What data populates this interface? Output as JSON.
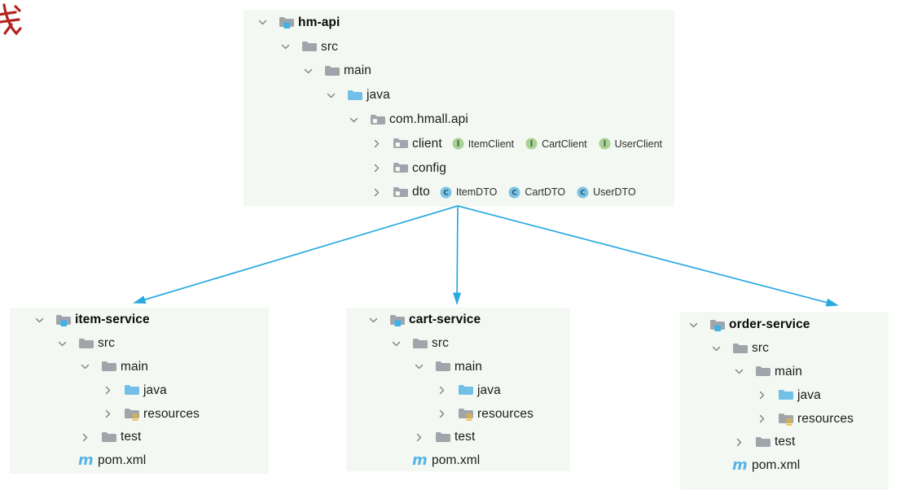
{
  "red_annotation": {
    "text": "戋"
  },
  "colors": {
    "arrow": "#29a9e1",
    "chevron": "#7d8288",
    "folder_gray": "#9fa5ab",
    "source_blue": "#72bfe8",
    "module_blue": "#3cb3e6",
    "resources_yellow": "#e8b43a",
    "maven_blue": "#55b5e4",
    "interface_green": "#a9d295",
    "interface_letter": "#415b41",
    "class_blue": "#7cc3e4",
    "class_letter": "#27587a",
    "block_bg": "#f4f8f2",
    "text": "#1c1c1c",
    "red_mark": "#b3231f"
  },
  "hm_api_tree": {
    "rows": [
      {
        "depth": 0,
        "chevron": "down",
        "icon": "module-folder-icon",
        "label": "hm-api",
        "bold": true
      },
      {
        "depth": 1,
        "chevron": "down",
        "icon": "folder-icon",
        "label": "src"
      },
      {
        "depth": 2,
        "chevron": "down",
        "icon": "folder-icon",
        "label": "main"
      },
      {
        "depth": 3,
        "chevron": "down",
        "icon": "source-folder-icon",
        "label": "java"
      },
      {
        "depth": 4,
        "chevron": "down",
        "icon": "package-folder-icon",
        "label": "com.hmall.api"
      },
      {
        "depth": 5,
        "chevron": "right",
        "icon": "package-folder-icon",
        "label": "client",
        "badges": [
          {
            "type": "interface",
            "label": "ItemClient"
          },
          {
            "type": "interface",
            "label": "CartClient"
          },
          {
            "type": "interface",
            "label": "UserClient"
          }
        ]
      },
      {
        "depth": 5,
        "chevron": "right",
        "icon": "package-folder-icon",
        "label": "config"
      },
      {
        "depth": 5,
        "chevron": "right",
        "icon": "package-folder-icon",
        "label": "dto",
        "badges": [
          {
            "type": "class",
            "label": "ItemDTO"
          },
          {
            "type": "class",
            "label": "CartDTO"
          },
          {
            "type": "class",
            "label": "UserDTO"
          }
        ]
      }
    ]
  },
  "service_trees": [
    {
      "id": "item-service",
      "rows": [
        {
          "depth": 0,
          "chevron": "down",
          "icon": "module-folder-icon",
          "label": "item-service",
          "bold": true
        },
        {
          "depth": 1,
          "chevron": "down",
          "icon": "folder-icon",
          "label": "src"
        },
        {
          "depth": 2,
          "chevron": "down",
          "icon": "folder-icon",
          "label": "main"
        },
        {
          "depth": 3,
          "chevron": "right",
          "icon": "source-folder-icon",
          "label": "java"
        },
        {
          "depth": 3,
          "chevron": "right",
          "icon": "resources-folder-icon",
          "label": "resources"
        },
        {
          "depth": 2,
          "chevron": "right",
          "icon": "folder-icon",
          "label": "test"
        },
        {
          "depth": 1,
          "chevron": null,
          "icon": "maven-icon",
          "label": "pom.xml"
        }
      ]
    },
    {
      "id": "cart-service",
      "rows": [
        {
          "depth": 0,
          "chevron": "down",
          "icon": "module-folder-icon",
          "label": "cart-service",
          "bold": true
        },
        {
          "depth": 1,
          "chevron": "down",
          "icon": "folder-icon",
          "label": "src"
        },
        {
          "depth": 2,
          "chevron": "down",
          "icon": "folder-icon",
          "label": "main"
        },
        {
          "depth": 3,
          "chevron": "right",
          "icon": "source-folder-icon",
          "label": "java"
        },
        {
          "depth": 3,
          "chevron": "right",
          "icon": "resources-folder-icon",
          "label": "resources"
        },
        {
          "depth": 2,
          "chevron": "right",
          "icon": "folder-icon",
          "label": "test"
        },
        {
          "depth": 1,
          "chevron": null,
          "icon": "maven-icon",
          "label": "pom.xml"
        }
      ]
    },
    {
      "id": "order-service",
      "rows": [
        {
          "depth": 0,
          "chevron": "down",
          "icon": "module-folder-icon",
          "label": "order-service",
          "bold": true
        },
        {
          "depth": 1,
          "chevron": "down",
          "icon": "folder-icon",
          "label": "src"
        },
        {
          "depth": 2,
          "chevron": "down",
          "icon": "folder-icon",
          "label": "main"
        },
        {
          "depth": 3,
          "chevron": "right",
          "icon": "source-folder-icon",
          "label": "java"
        },
        {
          "depth": 3,
          "chevron": "right",
          "icon": "resources-folder-icon",
          "label": "resources"
        },
        {
          "depth": 2,
          "chevron": "right",
          "icon": "folder-icon",
          "label": "test"
        },
        {
          "depth": 1,
          "chevron": null,
          "icon": "maven-icon",
          "label": "pom.xml"
        }
      ]
    }
  ]
}
